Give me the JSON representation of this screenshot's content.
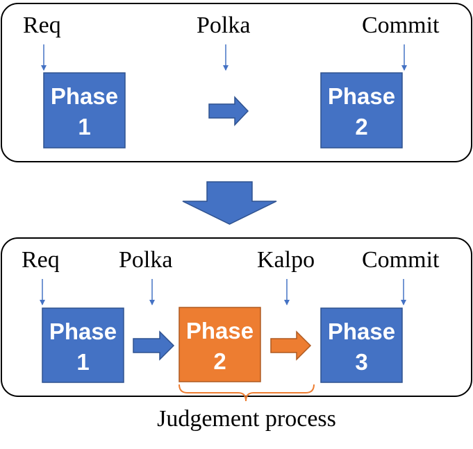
{
  "colors": {
    "blue_fill": "#4472C4",
    "blue_stroke": "#2F528F",
    "orange_fill": "#ED7D31",
    "orange_stroke": "#AE5A21",
    "pointer": "#4472C4",
    "frame": "#000000"
  },
  "top": {
    "labels": {
      "req": "Req",
      "polka": "Polka",
      "commit": "Commit"
    },
    "phase1": {
      "word": "Phase",
      "num": "1"
    },
    "phase2": {
      "word": "Phase",
      "num": "2"
    }
  },
  "bottom": {
    "labels": {
      "req": "Req",
      "polka": "Polka",
      "kalpo": "Kalpo",
      "commit": "Commit"
    },
    "phase1": {
      "word": "Phase",
      "num": "1"
    },
    "phase2": {
      "word": "Phase",
      "num": "2"
    },
    "phase3": {
      "word": "Phase",
      "num": "3"
    },
    "bracket_label": "Judgement process"
  }
}
